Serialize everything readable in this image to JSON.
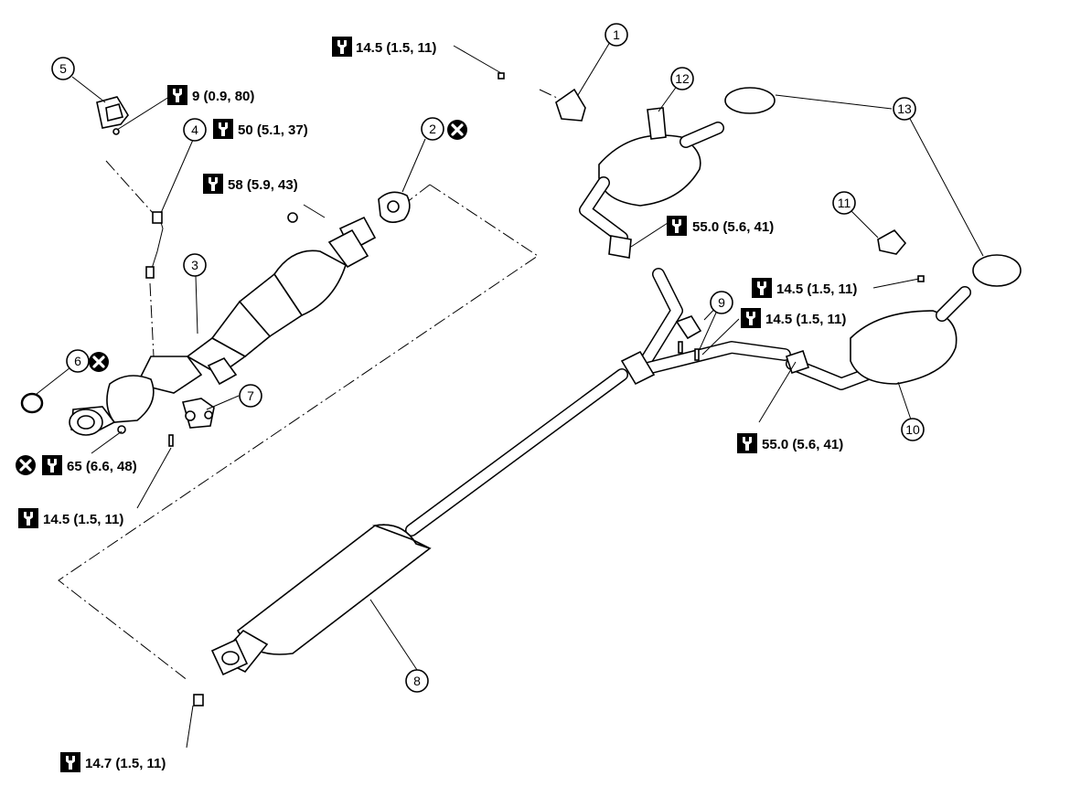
{
  "callouts": [
    "1",
    "2",
    "3",
    "4",
    "5",
    "6",
    "7",
    "8",
    "9",
    "10",
    "11",
    "12",
    "13"
  ],
  "torques": {
    "t1": "14.5 (1.5, 11)",
    "t5": "9 (0.9, 80)",
    "t4": "50 (5.1, 37)",
    "t2": "58 (5.9, 43)",
    "t12": "55.0 (5.6, 41)",
    "t11": "14.5 (1.5, 11)",
    "t9": "14.5 (1.5, 11)",
    "t10": "55.0 (5.6, 41)",
    "t6": "65 (6.6, 48)",
    "t7": "14.5 (1.5, 11)",
    "t8": "14.7 (1.5, 11)"
  },
  "icons": [
    "torque-wrench-icon",
    "do-not-reuse-icon"
  ]
}
